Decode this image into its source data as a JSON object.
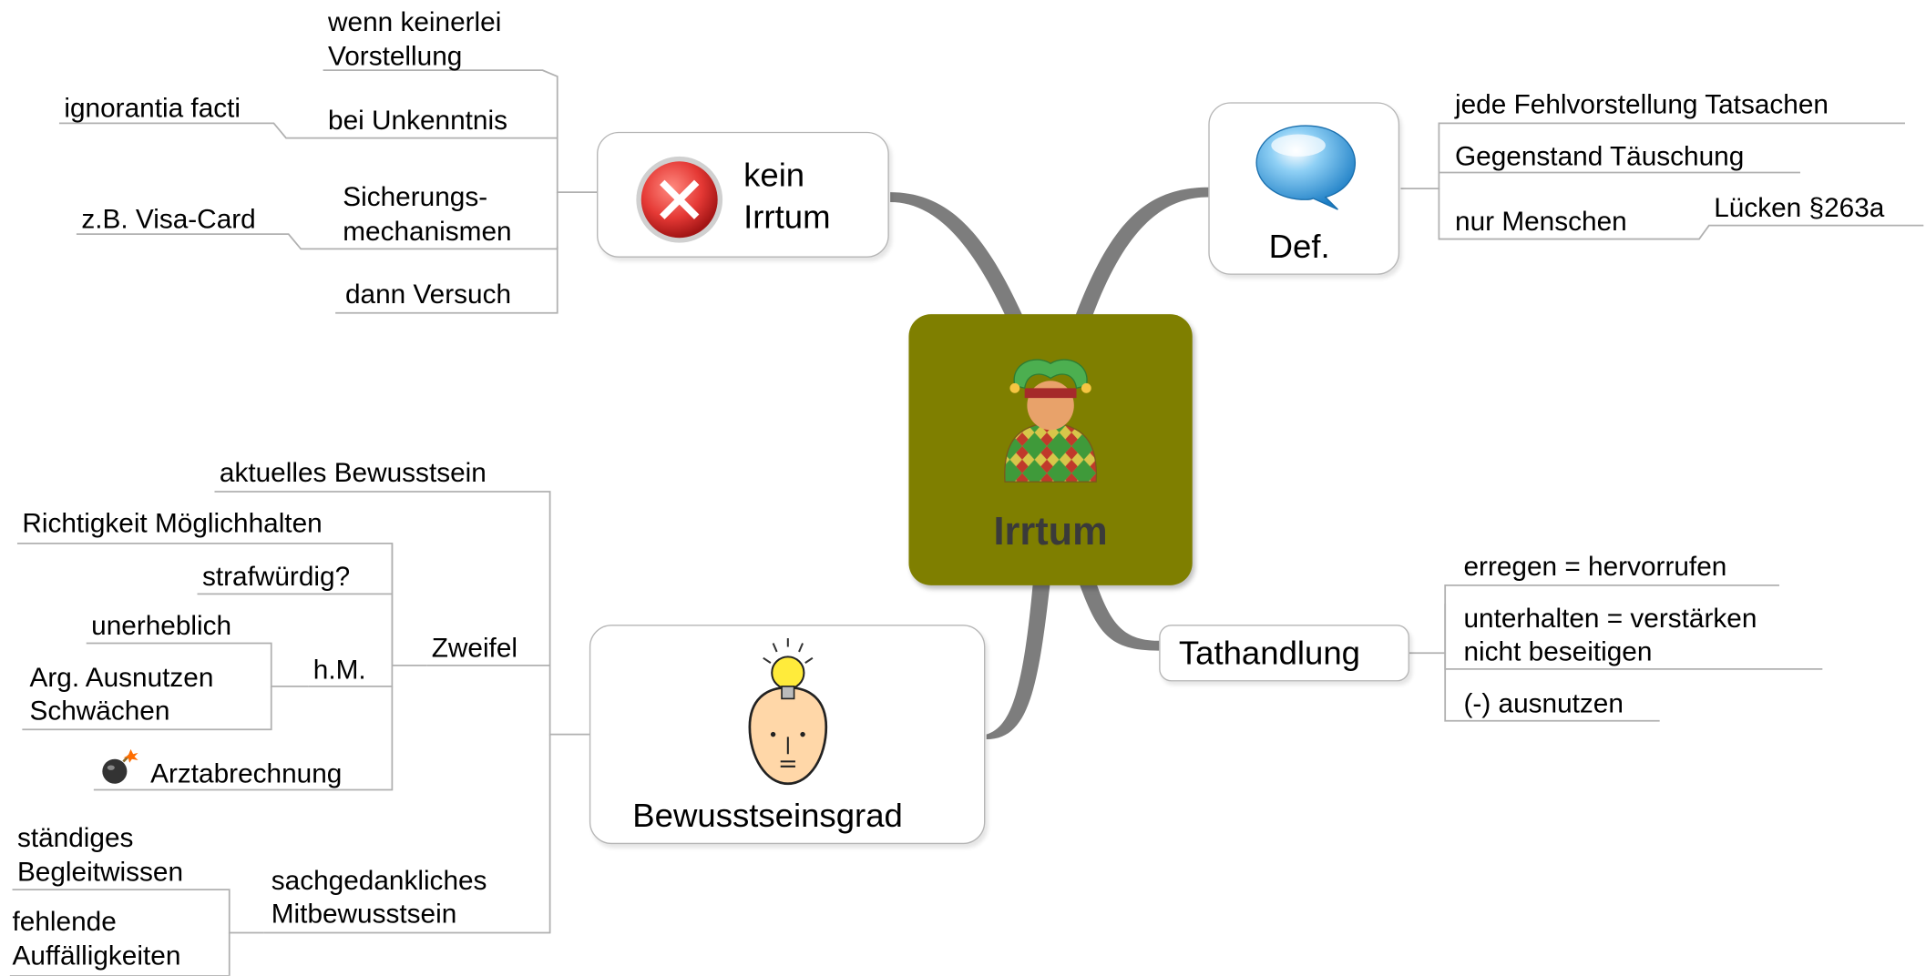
{
  "central": {
    "label": "Irrtum",
    "icon": "jester-icon",
    "color": "#7f7f00"
  },
  "branches": {
    "def": {
      "label": "Def.",
      "icon": "speech-bubble-icon",
      "children": [
        "jede Fehlvorstellung Tatsachen",
        "Gegenstand Täuschung",
        "nur Menschen"
      ],
      "grandchild": "Lücken §263a"
    },
    "kein_irrtum": {
      "label_line1": "kein",
      "label_line2": "Irrtum",
      "icon": "error-x-icon",
      "children": {
        "wenn_keinerlei": [
          "wenn keinerlei",
          "Vorstellung"
        ],
        "bei_unkenntnis": "bei Unkenntnis",
        "ignorantia": "ignorantia facti",
        "sicherung": [
          "Sicherungs-",
          "mechanismen"
        ],
        "visa": "z.B. Visa-Card",
        "dann_versuch": "dann Versuch"
      }
    },
    "tathandlung": {
      "label": "Tathandlung",
      "children": {
        "erregen": "erregen = hervorrufen",
        "unterhalten": [
          "unterhalten = verstärken",
          "nicht beseitigen"
        ],
        "ausnutzen": "(-) ausnutzen"
      }
    },
    "bewusstseinsgrad": {
      "label": "Bewusstseinsgrad",
      "icon": "idea-head-icon",
      "children": {
        "aktuelles": "aktuelles Bewusstsein",
        "zweifel": "Zweifel",
        "richtigkeit": "Richtigkeit Möglichhalten",
        "strafwuerdig": "strafwürdig?",
        "hm": "h.M.",
        "unerheblich": "unerheblich",
        "arg": [
          "Arg. Ausnutzen",
          "Schwächen"
        ],
        "arzt": "Arztabrechnung",
        "arzt_icon": "bomb-icon",
        "sachgedanklich": [
          "sachgedankliches",
          "Mitbewusstsein"
        ],
        "staendig": [
          "ständiges",
          "Begleitwissen"
        ],
        "fehlende": [
          "fehlende",
          "Auffälligkeiten"
        ]
      }
    }
  },
  "colors": {
    "connector": "#7d7d7d",
    "line": "#b0b0b0",
    "box_border": "#b5b5b5"
  }
}
